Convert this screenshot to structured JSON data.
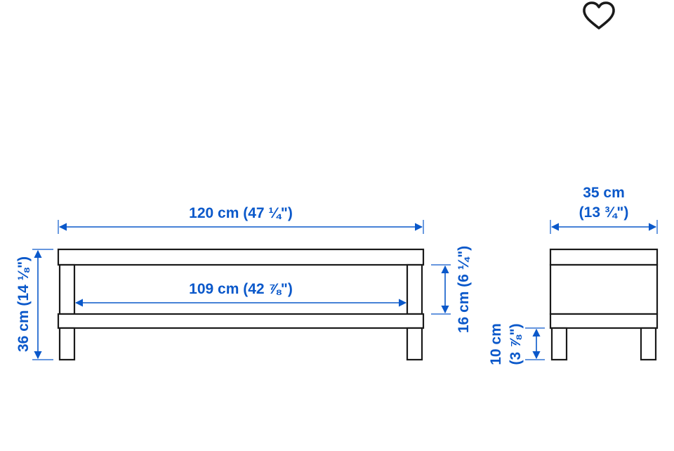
{
  "colors": {
    "dimension": "#0a58ca",
    "outline": "#1a1a1a",
    "background": "#ffffff"
  },
  "favorite": {
    "icon": "heart-outline-icon"
  },
  "front_view": {
    "overall_width": "120 cm (47 ¼\")",
    "inner_width": "109 cm (42 ⅞\")",
    "height": "36 cm (14 ⅛\")",
    "shelf_gap": "16 cm (6 ¼\")"
  },
  "side_view": {
    "depth_line1": "35 cm",
    "depth_line2": "(13 ¾\")",
    "shelf_height_line1": "10 cm",
    "shelf_height_line2": "(3 ⅞\")"
  }
}
